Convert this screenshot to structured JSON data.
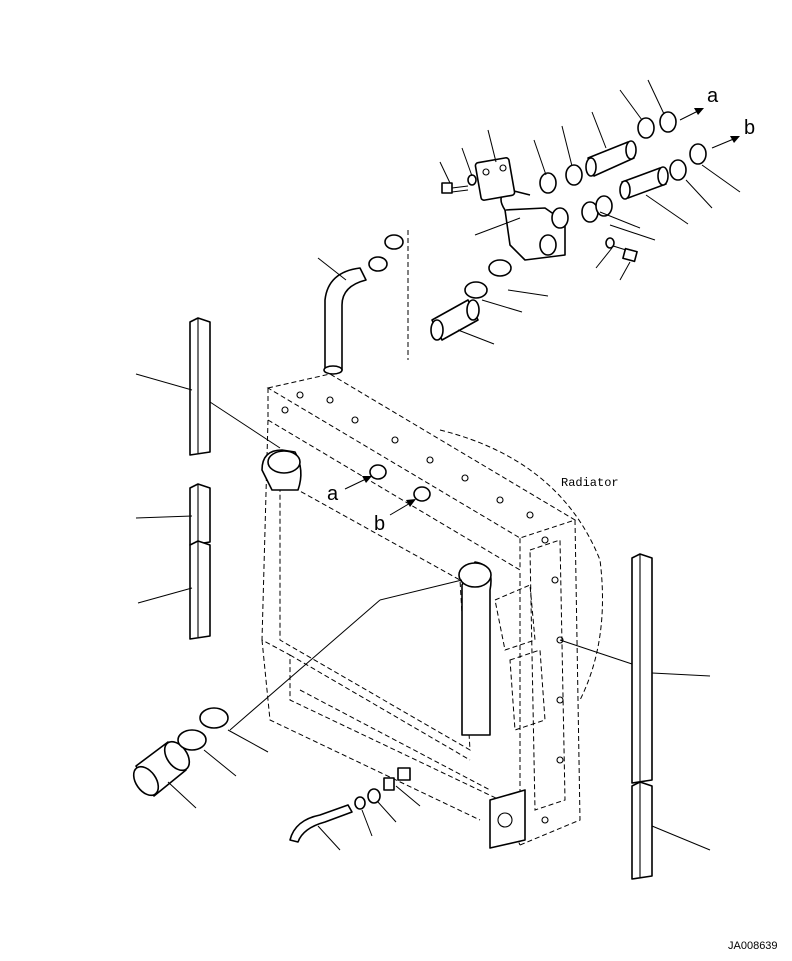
{
  "labels": {
    "radiator": "Radiator",
    "ref_a_top": "a",
    "ref_b_top": "b",
    "ref_a_lower": "a",
    "ref_b_lower": "b",
    "drawing_id": "JA008639"
  }
}
